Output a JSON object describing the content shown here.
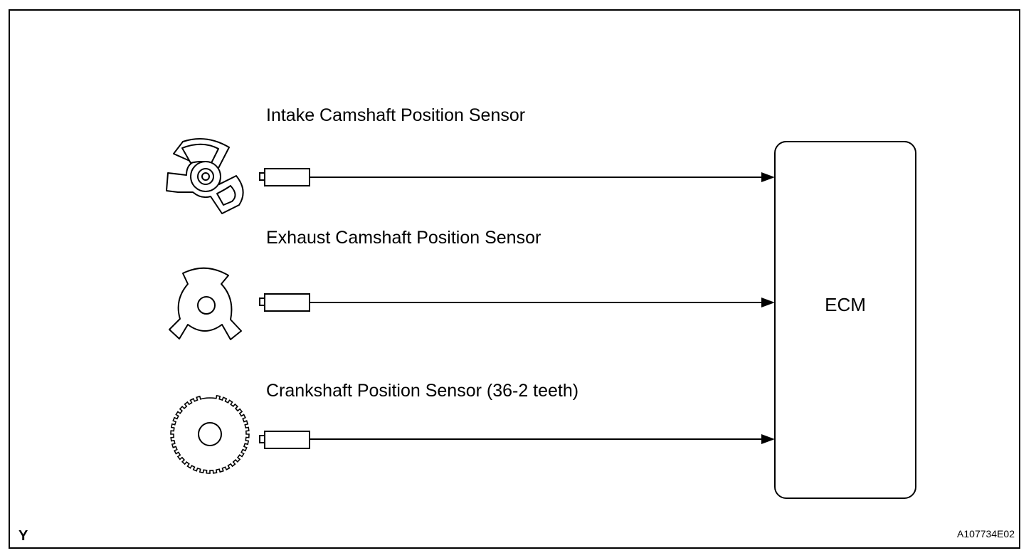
{
  "sensors": [
    {
      "label": "Intake Camshaft Position Sensor",
      "icon": "intake-cam-rotor-icon"
    },
    {
      "label": "Exhaust Camshaft Position Sensor",
      "icon": "exhaust-cam-rotor-icon"
    },
    {
      "label": "Crankshaft Position Sensor (36-2 teeth)",
      "icon": "crank-signal-plate-icon"
    }
  ],
  "ecm": {
    "label": "ECM"
  },
  "corner_mark": "Y",
  "figure_id": "A107734E02",
  "colors": {
    "line": "#000000",
    "background": "#ffffff"
  }
}
